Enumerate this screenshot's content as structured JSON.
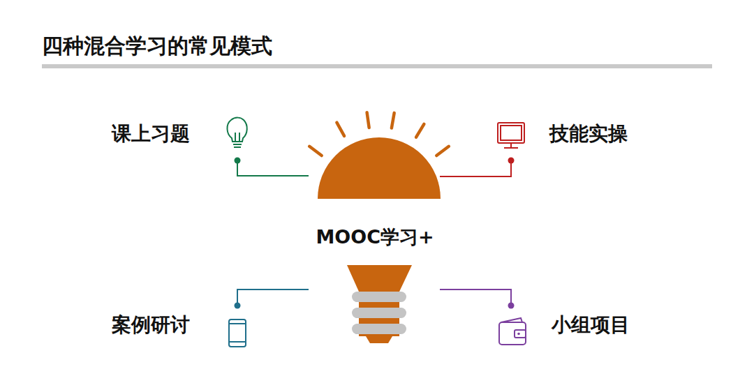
{
  "diagram": {
    "title": "四种混合学习的常见模式",
    "labels": [
      "课上习题",
      "技能实操",
      "MOOC学习+",
      "案例研讨",
      "小组项目"
    ]
  }
}
